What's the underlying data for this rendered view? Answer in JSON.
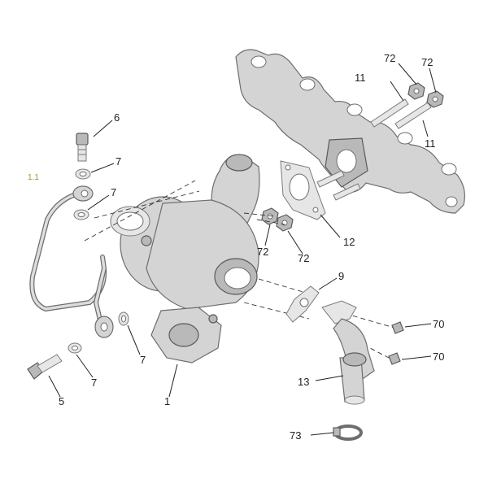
{
  "colors": {
    "part_fill": "#d4d4d4",
    "part_stroke": "#6e6e6e",
    "label_text": "#222222"
  },
  "callouts": {
    "c6": "6",
    "c7a": "7",
    "c7b": "7",
    "c7c": "7",
    "c7d": "7",
    "c5": "5",
    "c1": "1",
    "c11a": "11",
    "c11b": "11",
    "c72a": "72",
    "c72b": "72",
    "c72c": "72",
    "c72d": "72",
    "c12": "12",
    "c9": "9",
    "c70a": "70",
    "c70b": "70",
    "c13": "13",
    "c73": "73",
    "c_faint": "1.1"
  }
}
